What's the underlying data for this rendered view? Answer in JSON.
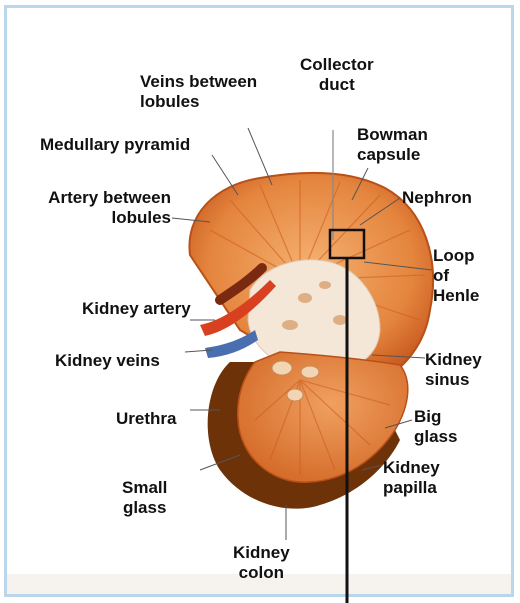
{
  "labels": {
    "collector_duct": [
      "Collector",
      "duct"
    ],
    "veins_between_lobules": [
      "Veins between",
      "lobules"
    ],
    "bowman_capsule": [
      "Bowman",
      "capsule"
    ],
    "medullary_pyramid": "Medullary pyramid",
    "nephron": "Nephron",
    "artery_between_lobules": [
      "Artery between",
      "lobules"
    ],
    "loop_of_henle": [
      "Loop",
      "of",
      "Henle"
    ],
    "kidney_artery": "Kidney artery",
    "kidney_veins": "Kidney veins",
    "kidney_sinus": [
      "Kidney",
      "sinus"
    ],
    "urethra": "Urethra",
    "big_glass": [
      "Big",
      "glass"
    ],
    "kidney_papilla": [
      "Kidney",
      "papilla"
    ],
    "small_glass": [
      "Small",
      "glass"
    ],
    "kidney_colon": [
      "Kidney",
      "colon"
    ]
  },
  "colors": {
    "frame_border": "#b9d6ea",
    "cortex": "#e07a35",
    "cortex_dark": "#c85a20",
    "medulla": "#ee9a55",
    "sinus": "#f3e6d8",
    "pelvis": "#7a3a10",
    "artery": "#d84020",
    "vein": "#4a6fb0",
    "leader_line": "#555555",
    "highlight_box": "#111111"
  }
}
